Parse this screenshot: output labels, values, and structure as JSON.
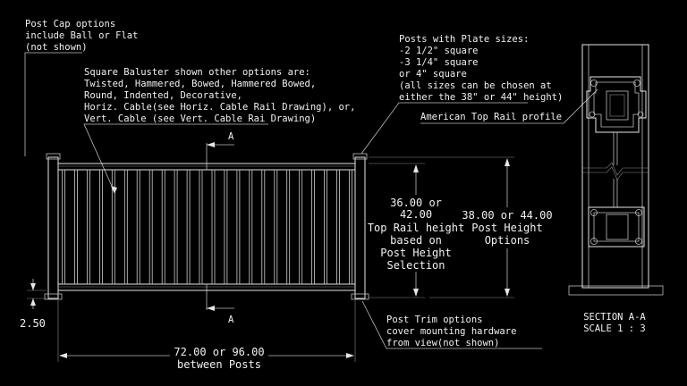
{
  "notes": {
    "post_cap": [
      "Post Cap options",
      "include Ball or Flat",
      "(not shown)"
    ],
    "baluster": [
      "Square Baluster shown other options are:",
      "Twisted, Hammered, Bowed, Hammered Bowed,",
      "Round, Indented, Decorative,",
      "Horiz. Cable(see Horiz. Cable Rail Drawing), or,",
      "Vert. Cable (see Vert. Cable Rai Drawing)"
    ],
    "posts_plate": [
      "Posts with Plate sizes:",
      "-2 1/2\" square",
      "-3 1/4\" square",
      "or 4\" square",
      "(all sizes can be chosen at",
      "either the 38\" or 44\" height)"
    ],
    "top_rail_profile": "American Top Rail profile",
    "post_trim": [
      "Post Trim options",
      "cover mounting hardware",
      "from view(not shown)"
    ]
  },
  "dimensions": {
    "top_rail_height": [
      "36.00 or",
      "42.00",
      "Top Rail height",
      "based on",
      "Post Height",
      "Selection"
    ],
    "post_height": [
      "38.00 or 44.00",
      "Post Height",
      "Options"
    ],
    "bottom_gap": "2.50",
    "between_posts": [
      "72.00 or 96.00",
      "between Posts"
    ]
  },
  "section_marks": {
    "top": "A",
    "bottom": "A"
  },
  "section_label": [
    "SECTION A-A",
    "SCALE 1 : 3"
  ],
  "colors": {
    "background": "#000000",
    "line": "#e6e6e6"
  }
}
